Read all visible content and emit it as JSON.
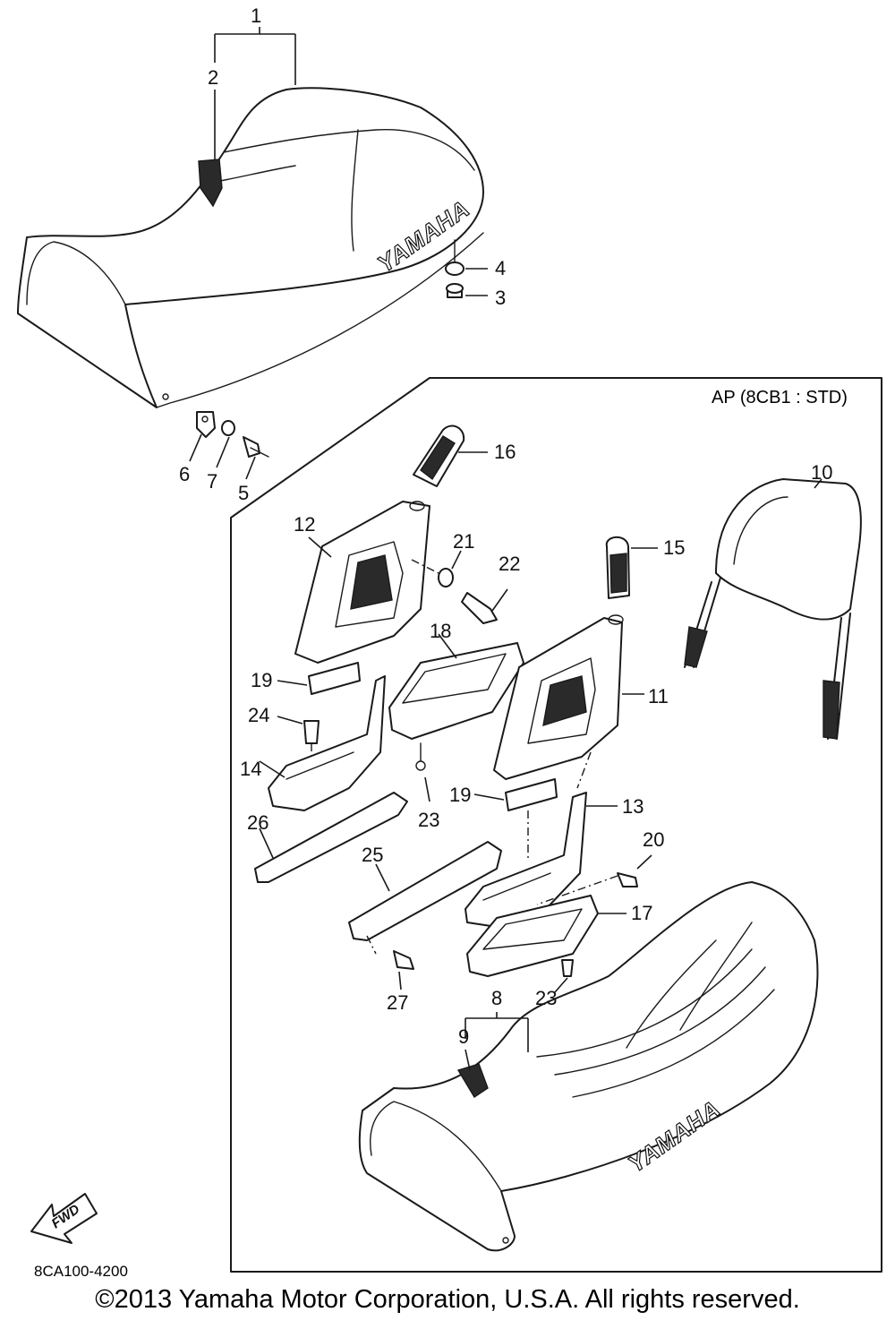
{
  "diagram": {
    "callouts": [
      "1",
      "2",
      "3",
      "4",
      "5",
      "6",
      "7",
      "8",
      "9",
      "10",
      "11",
      "12",
      "13",
      "14",
      "15",
      "16",
      "17",
      "18",
      "19",
      "19",
      "20",
      "21",
      "22",
      "23",
      "23",
      "24",
      "25",
      "26",
      "27"
    ],
    "seat_brand": "YAMAHA",
    "direction_marker": "FWD",
    "variant_label": "AP (8CB1 : STD)",
    "diagram_code": "8CA100-4200"
  },
  "footer": {
    "copyright": "©2013 Yamaha Motor Corporation, U.S.A. All rights reserved."
  },
  "colors": {
    "line": "#1a1a1a",
    "background": "#ffffff"
  }
}
